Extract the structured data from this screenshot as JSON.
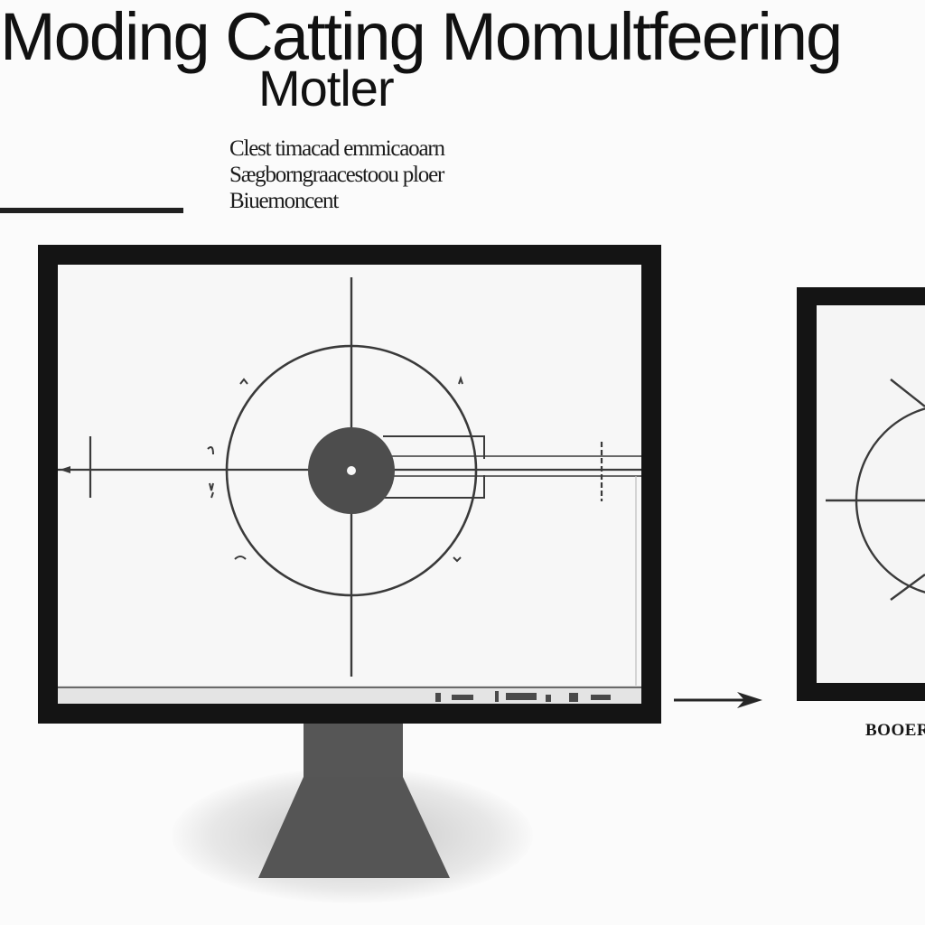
{
  "title": {
    "line1": "Moding Catting Momultfeering",
    "line2": "Motler"
  },
  "subtitle": [
    "Clest timacad emmicaoarn",
    "Sægborngraacestoou ploer",
    "Biuemoncent"
  ],
  "caption": "BOOER",
  "colors": {
    "frame": "#141414",
    "screen": "#f7f7f7",
    "target_fill": "#4d4d4d",
    "stand": "#555555",
    "line": "#3a3a3a"
  },
  "icons": {
    "arrow": "right-arrow-icon",
    "target": "crosshair-target-icon"
  }
}
